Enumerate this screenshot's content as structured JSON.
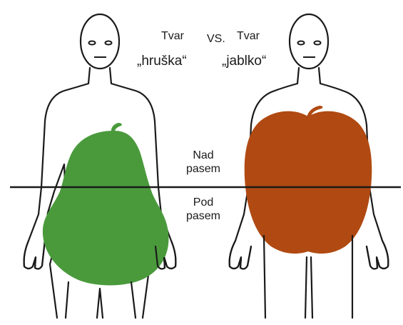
{
  "labels": {
    "pear_type_word": "Tvar",
    "vs": "VS.",
    "apple_type_word": "Tvar",
    "pear_name": "„hruška“",
    "apple_name": "„jablko“",
    "above_waist_line1": "Nad",
    "above_waist_line2": "pasem",
    "below_waist_line1": "Pod",
    "below_waist_line2": "pasem"
  },
  "colors": {
    "pear_fill": "#4a9a3c",
    "apple_fill": "#b04a12",
    "outline": "#1a1a1a",
    "background": "#ffffff"
  }
}
